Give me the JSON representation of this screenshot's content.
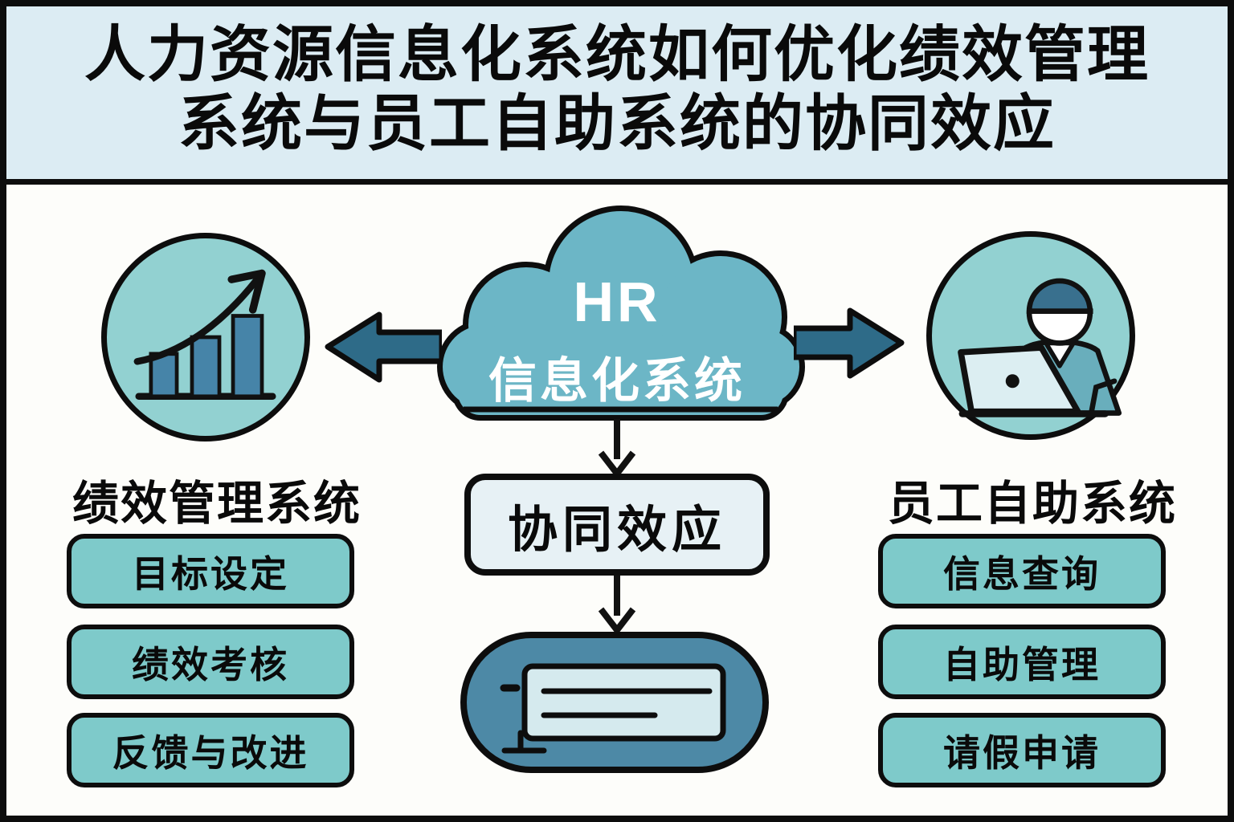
{
  "title": {
    "line1": "人力资源信息化系统如何优化绩效管理",
    "line2": "系统与员工自助系统的协同效应"
  },
  "cloud": {
    "line1": "HR",
    "line2": "信息化系统"
  },
  "left": {
    "heading": "绩效管理系统",
    "items": [
      "目标设定",
      "绩效考核",
      "反馈与改进"
    ]
  },
  "right": {
    "heading": "员工自助系统",
    "items": [
      "信息查询",
      "自助管理",
      "请假申请"
    ]
  },
  "center": {
    "synergy_label": "协同效应"
  },
  "icons": {
    "left_circle": "growth-bar-chart-icon",
    "right_circle": "person-at-laptop-icon",
    "bottom_pill": "report-document-icon"
  },
  "colors": {
    "title_bg": "#dcecf3",
    "cloud_fill": "#6cb6c6",
    "circle_fill": "#92d1d1",
    "item_box_fill": "#7ecaca",
    "synergy_box_fill": "#e7f1f5",
    "pill_fill": "#4d89a6",
    "arrow_fill": "#2e6b88",
    "bar_fill": "#4684a8",
    "outline": "#0d0d0d",
    "cloud_text": "#ffffff"
  }
}
